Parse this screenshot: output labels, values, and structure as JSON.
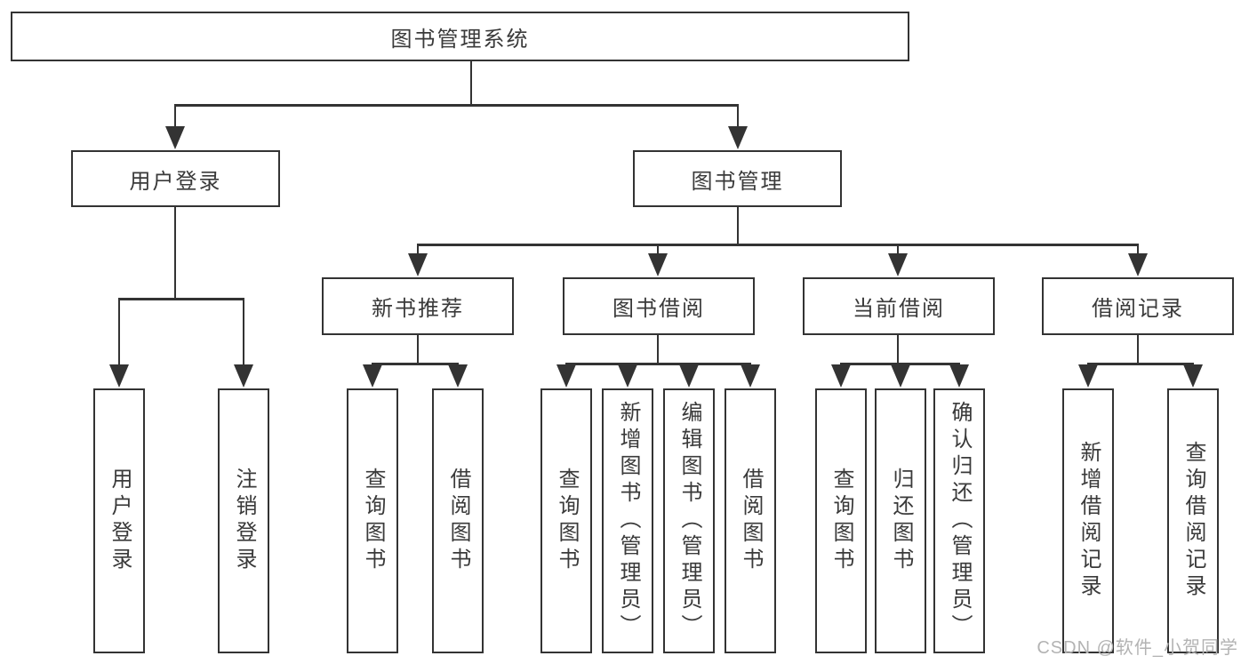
{
  "diagram": {
    "title": "图书管理系统",
    "root": {
      "label": "图书管理系统"
    },
    "branches": [
      {
        "label": "用户登录",
        "children": [
          {
            "label": "用户登录"
          },
          {
            "label": "注销登录"
          }
        ]
      },
      {
        "label": "图书管理",
        "sections": [
          {
            "label": "新书推荐",
            "children": [
              {
                "label": "查询图书"
              },
              {
                "label": "借阅图书"
              }
            ]
          },
          {
            "label": "图书借阅",
            "children": [
              {
                "label": "查询图书"
              },
              {
                "label": "新增图书（管理员）"
              },
              {
                "label": "编辑图书（管理员）"
              },
              {
                "label": "借阅图书"
              }
            ]
          },
          {
            "label": "当前借阅",
            "children": [
              {
                "label": "查询图书"
              },
              {
                "label": "归还图书"
              },
              {
                "label": "确认归还（管理员）"
              }
            ]
          },
          {
            "label": "借阅记录",
            "children": [
              {
                "label": "新增借阅记录"
              },
              {
                "label": "查询借阅记录"
              }
            ]
          }
        ]
      }
    ]
  },
  "watermark": {
    "text": "CSDN @软件_小贺同学"
  },
  "colors": {
    "line": "#333333",
    "text": "#3a3a3a",
    "box_fill": "#ffffff",
    "background": "#ffffff",
    "watermark": "#b3b3b3"
  }
}
